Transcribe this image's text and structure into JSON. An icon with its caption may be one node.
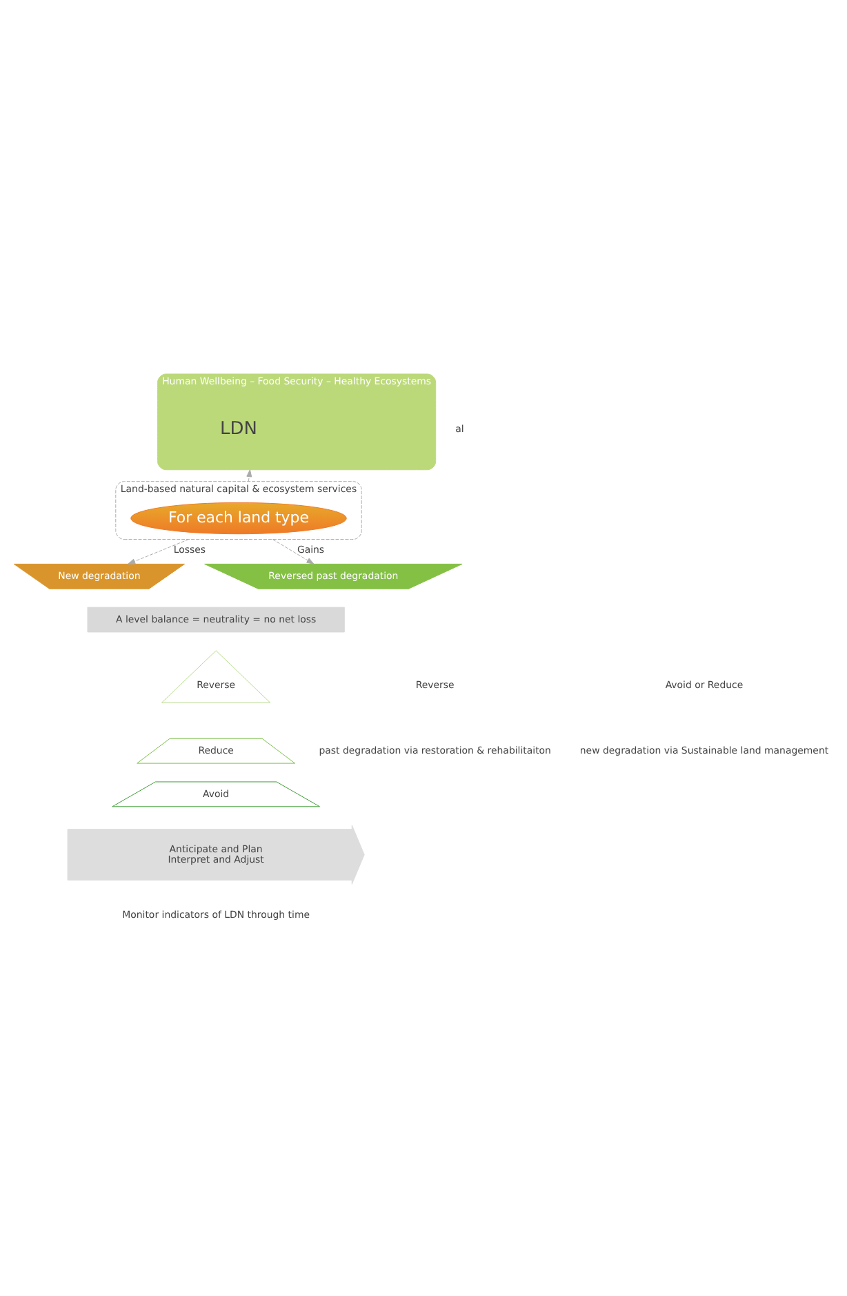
{
  "diagram": {
    "nodes": [
      {
        "text": [
          "Human Wellbeing – Food Security – Healthy Ecosystems"
        ]
      },
      {
        "text": [
          "LDN"
        ],
        "in": 0
      },
      {
        "text": [
          "Land-based natural capital & ecosystem services"
        ]
      },
      {
        "text": [
          "For each land type"
        ],
        "in": 2
      },
      {
        "text": [
          "New degradation"
        ]
      },
      {
        "text": [
          "Reversed past degradation"
        ]
      },
      {
        "text": [
          "A level balance = neutrality = no net loss"
        ]
      },
      {
        "text": [
          "Reverse"
        ]
      },
      {
        "text": [
          "Reduce"
        ]
      },
      {
        "text": [
          "Avoid"
        ]
      },
      {
        "text": [
          "Anticipate and Plan",
          "Interpret and Adjust"
        ],
        "beside": [
          "Monitor indicators of LDN through time"
        ]
      }
    ],
    "edges": [
      {
        "from": 2,
        "to": 0,
        "arrow": "to",
        "style": "dashed"
      },
      {
        "from": 2,
        "to": 4,
        "arrow": "to",
        "style": "dashed",
        "label": "Losses"
      },
      {
        "from": 2,
        "to": 5,
        "arrow": "to",
        "style": "dashed",
        "label": "Gains"
      }
    ],
    "labels": [
      "al",
      "Avoid or Reduce",
      "new degradation via Sustainable land management",
      "Reverse",
      "past degradation via restoration & rehabilitaiton"
    ]
  }
}
